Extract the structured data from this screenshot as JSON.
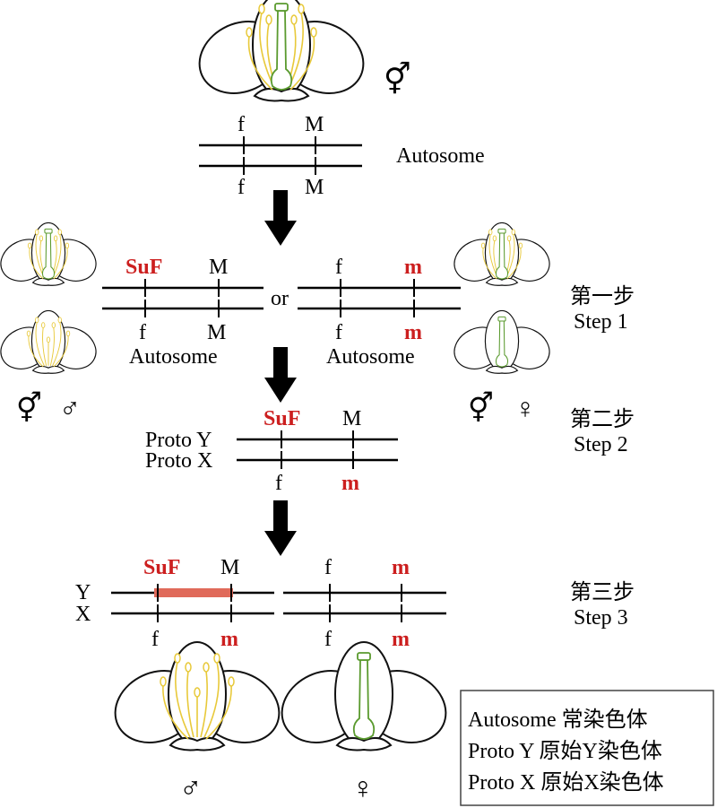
{
  "top": {
    "gene_f": "f",
    "gene_M": "M",
    "label": "Autosome",
    "symbol": "⚥"
  },
  "step1": {
    "left": {
      "upper_1": "SuF",
      "upper_2": "M",
      "lower_1": "f",
      "lower_2": "M",
      "label": "Autosome"
    },
    "or": "or",
    "right": {
      "upper_1": "f",
      "upper_2": "m",
      "lower_1": "f",
      "lower_2": "m",
      "label": "Autosome"
    },
    "symbols_left": [
      "⚥",
      "♂"
    ],
    "symbols_right": [
      "⚥",
      "♀"
    ],
    "cn": "第一步",
    "en": "Step 1"
  },
  "step2": {
    "label_y": "Proto Y",
    "label_x": "Proto X",
    "upper_1": "SuF",
    "upper_2": "M",
    "lower_1": "f",
    "lower_2": "m",
    "cn": "第二步",
    "en": "Step 2"
  },
  "step3": {
    "label_y": "Y",
    "label_x": "X",
    "left": {
      "upper_1": "SuF",
      "upper_2": "M",
      "lower_1": "f",
      "lower_2": "m"
    },
    "right": {
      "upper_1": "f",
      "upper_2": "m",
      "lower_1": "f",
      "lower_2": "m"
    },
    "cn": "第三步",
    "en": "Step 3",
    "symbol_left": "♂",
    "symbol_right": "♀"
  },
  "legend": [
    "Autosome 常染色体",
    "Proto Y 原始Y染色体",
    "Proto X 原始X染色体"
  ],
  "colors": {
    "highlight_gene": "#cc1f1f",
    "fused_region": "#e06a5a",
    "stamen": "#e8c93a",
    "pistil": "#5a9a2e"
  }
}
